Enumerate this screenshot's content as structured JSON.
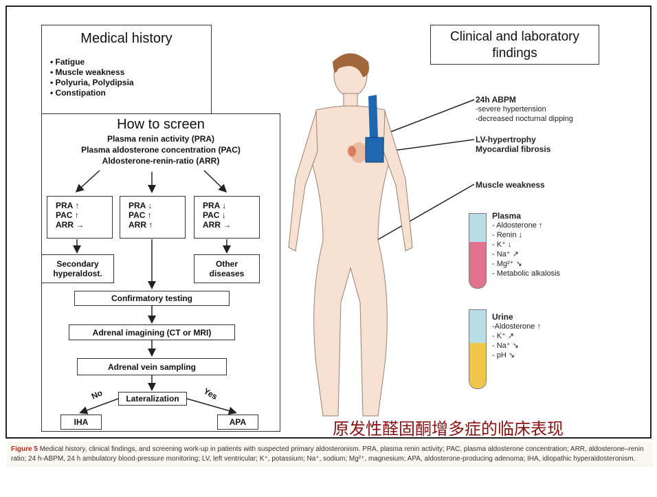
{
  "medical_history": {
    "title": "Medical history",
    "items": [
      "• Fatigue",
      "• Muscle weakness",
      "• Polyuria, Polydipsia",
      "• Constipation"
    ]
  },
  "how_to_screen": {
    "title": "How to screen",
    "lines": [
      "Plasma renin activity (PRA)",
      "Plasma aldosterone concentration (PAC)",
      "Aldosterone-renin-ratio (ARR)"
    ],
    "boxes": [
      [
        "PRA ↑",
        "PAC ↑",
        "ARR →"
      ],
      [
        "PRA ↓",
        "PAC ↑",
        "ARR ↑"
      ],
      [
        "PRA ↓",
        "PAC ↓",
        "ARR →"
      ]
    ],
    "secondary": [
      "Secondary",
      "hyperaldost."
    ],
    "other": [
      "Other",
      "diseases"
    ],
    "confirmatory": "Confirmatory testing",
    "imaging": "Adrenal imagining (CT or MRI)",
    "vein": "Adrenal vein sampling",
    "lateralization": "Lateralization",
    "no": "No",
    "yes": "Yes",
    "iha": "IHA",
    "apa": "APA"
  },
  "clinical": {
    "title_line1": "Clinical and laboratory",
    "title_line2": "findings",
    "abpm_title": "24h ABPM",
    "abpm_items": [
      "-severe hypertension",
      "-decreased nocturnal dipping"
    ],
    "lv_lines": [
      "LV-hypertrophy",
      "Myocardial fibrosis"
    ],
    "muscle": "Muscle weakness",
    "plasma_title": "Plasma",
    "plasma_items": [
      "- Aldosterone ↑",
      "- Renin ↓",
      "- K⁺ ↓",
      "- Na⁺ ↗",
      "- Mg²⁺ ↘",
      "- Metabolic alkalosis"
    ],
    "urine_title": "Urine",
    "urine_items": [
      "-Aldosterone ↑",
      "- K⁺ ↗",
      "- Na⁺ ↘",
      "- pH ↘"
    ]
  },
  "chinese_title": "原发性醛固酮增多症的临床表现",
  "caption": {
    "figure_label": "Figure 5",
    "text": "Medical history, clinical findings, and screening work-up in patients with suspected primary aldosteronism. PRA, plasma renin activity; PAC, plasma aldosterone concentration; ARR, aldosterone–renin ratio; 24 h-ABPM, 24 h ambulatory blood-pressure monitoring; LV, left ventricular; K⁺, potassium; Na⁺, sodium; Mg²⁺, magnesium; APA, aldosterone-producing adenoma; IHA, idiopathic hyperaldosteronism."
  },
  "colors": {
    "plasma": "#e0728e",
    "urine": "#f0c64a",
    "tube_top": "#b9dde8",
    "cuff": "#1f67b0",
    "caption_label": "#c2241d",
    "chinese": "#8a1010"
  }
}
